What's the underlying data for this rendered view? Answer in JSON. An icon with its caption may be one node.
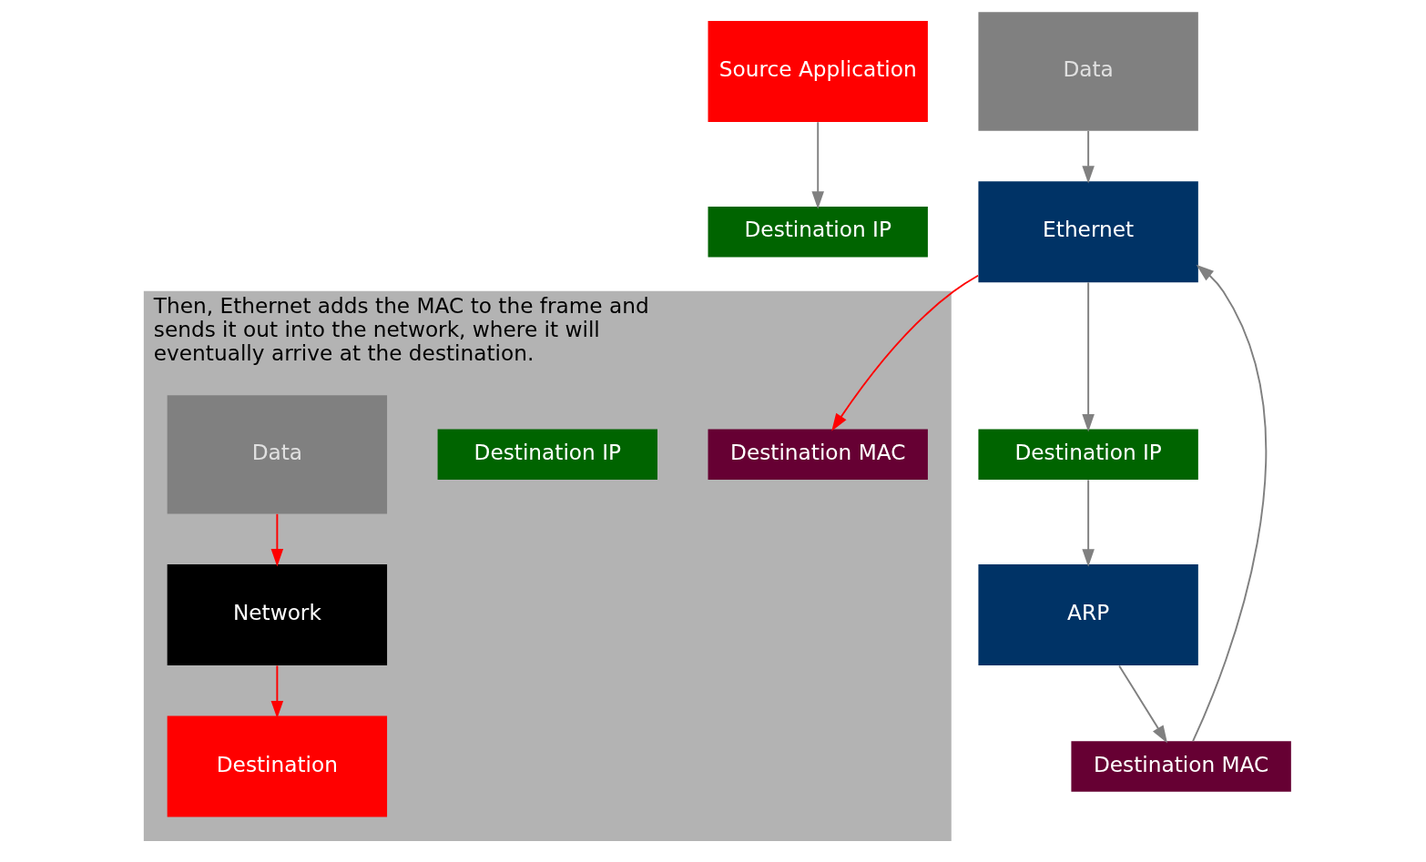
{
  "diagram": {
    "nodes": [
      {
        "text": [
          "Source Application"
        ]
      },
      {
        "text": [
          "Destination IP"
        ]
      },
      {
        "text": [
          "Data"
        ]
      },
      {
        "text": [
          "Destination IP"
        ]
      },
      {
        "text": [
          "ARP"
        ]
      },
      {
        "text": [
          "Ethernet"
        ]
      },
      {
        "text": [
          "Destination MAC"
        ]
      },
      {
        "text": [
          "Then, Ethernet adds the MAC to the frame and sends it out into the network, where it will eventually arrive at the destination."
        ]
      },
      {
        "text": [
          "Destination MAC"
        ],
        "in": 7
      },
      {
        "text": [
          "Destination IP"
        ],
        "in": 7
      },
      {
        "text": [
          "Data"
        ],
        "in": 7
      },
      {
        "text": [
          "Network"
        ],
        "in": 7
      },
      {
        "text": [
          "Destination"
        ],
        "in": 7
      }
    ],
    "edges": [
      {
        "from": 0,
        "to": 1,
        "arrow": "to"
      },
      {
        "from": 2,
        "to": 5,
        "arrow": "to"
      },
      {
        "from": 5,
        "to": 3,
        "arrow": "to"
      },
      {
        "from": 3,
        "to": 4,
        "arrow": "to"
      },
      {
        "from": 4,
        "to": 6,
        "arrow": "to"
      },
      {
        "from": 6,
        "to": 5,
        "arrow": "to"
      },
      {
        "from": 5,
        "to": 8,
        "arrow": "to",
        "color": "#ff0000"
      },
      {
        "from": 10,
        "to": 11,
        "arrow": "to",
        "color": "#ff0000"
      },
      {
        "from": 11,
        "to": 12,
        "arrow": "to",
        "color": "#ff0000"
      }
    ]
  }
}
